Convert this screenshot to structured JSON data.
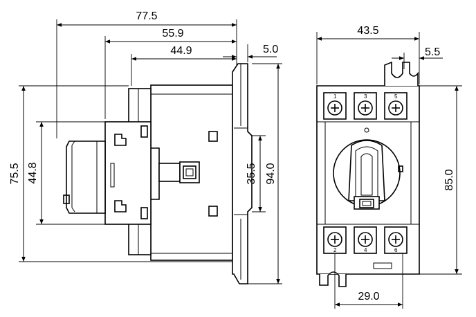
{
  "side_view": {
    "dimensions": {
      "overall_depth": "77.5",
      "depth_to_handle": "55.9",
      "depth_to_body": "44.9",
      "rail_width": "5.0",
      "height_with_mount": "75.5",
      "handle_height": "44.8",
      "rail_slot": "35.5",
      "overall_height": "94.0"
    }
  },
  "front_view": {
    "dimensions": {
      "width": "43.5",
      "mount_slot": "5.5",
      "height": "85.0",
      "terminal_pitch": "29.0"
    },
    "terminals_top": [
      "1",
      "3",
      "5"
    ],
    "terminals_bottom": [
      "2",
      "4",
      "6"
    ]
  }
}
